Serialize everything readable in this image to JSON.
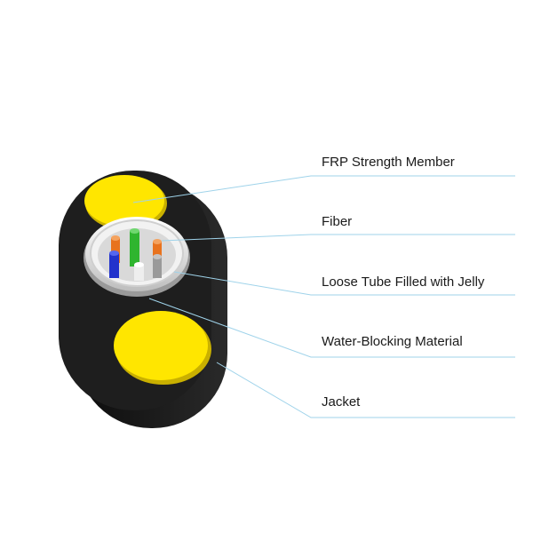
{
  "labels": [
    {
      "id": "frp",
      "text": "FRP Strength Member"
    },
    {
      "id": "fiber",
      "text": "Fiber"
    },
    {
      "id": "tube",
      "text": "Loose Tube Filled with Jelly"
    },
    {
      "id": "water",
      "text": "Water-Blocking Material"
    },
    {
      "id": "jacket",
      "text": "Jacket"
    }
  ],
  "colors": {
    "jacket": "#1c1c1c",
    "strength_member": "#ffe600",
    "tube": "#e6e6e6",
    "leader_line": "#9fd3ea",
    "fiber_orange": "#e8731e",
    "fiber_green": "#2fb52f",
    "fiber_blue": "#2233cc",
    "fiber_white": "#eeeeee",
    "fiber_grey": "#9a9a9a"
  }
}
